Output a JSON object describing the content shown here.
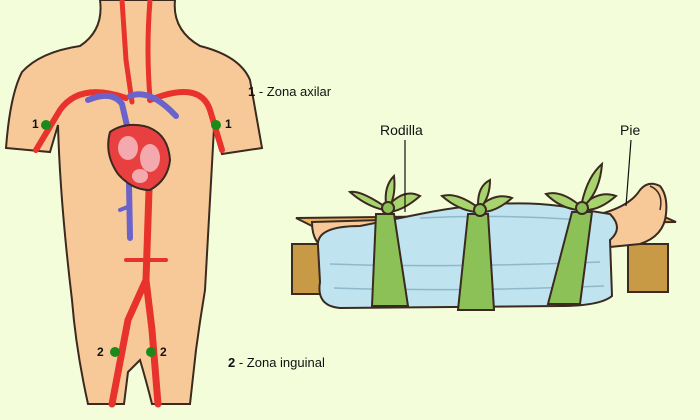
{
  "legend": {
    "zone1_number": "1",
    "zone1_text": " - Zona axilar",
    "zone2_number": "2",
    "zone2_text": " - Zona inguinal"
  },
  "points": {
    "axilla_left": "1",
    "axilla_right": "1",
    "groin_left": "2",
    "groin_right": "2"
  },
  "leg_labels": {
    "knee": "Rodilla",
    "foot": "Pie"
  },
  "colors": {
    "background": "#f3fdd9",
    "skin": "#f8c998",
    "artery": "#e8322c",
    "vein": "#6b63c9",
    "point": "#1b8a1b",
    "bandage": "#8cc157",
    "blanket": "#bfe3ef",
    "board": "#c99a45"
  }
}
